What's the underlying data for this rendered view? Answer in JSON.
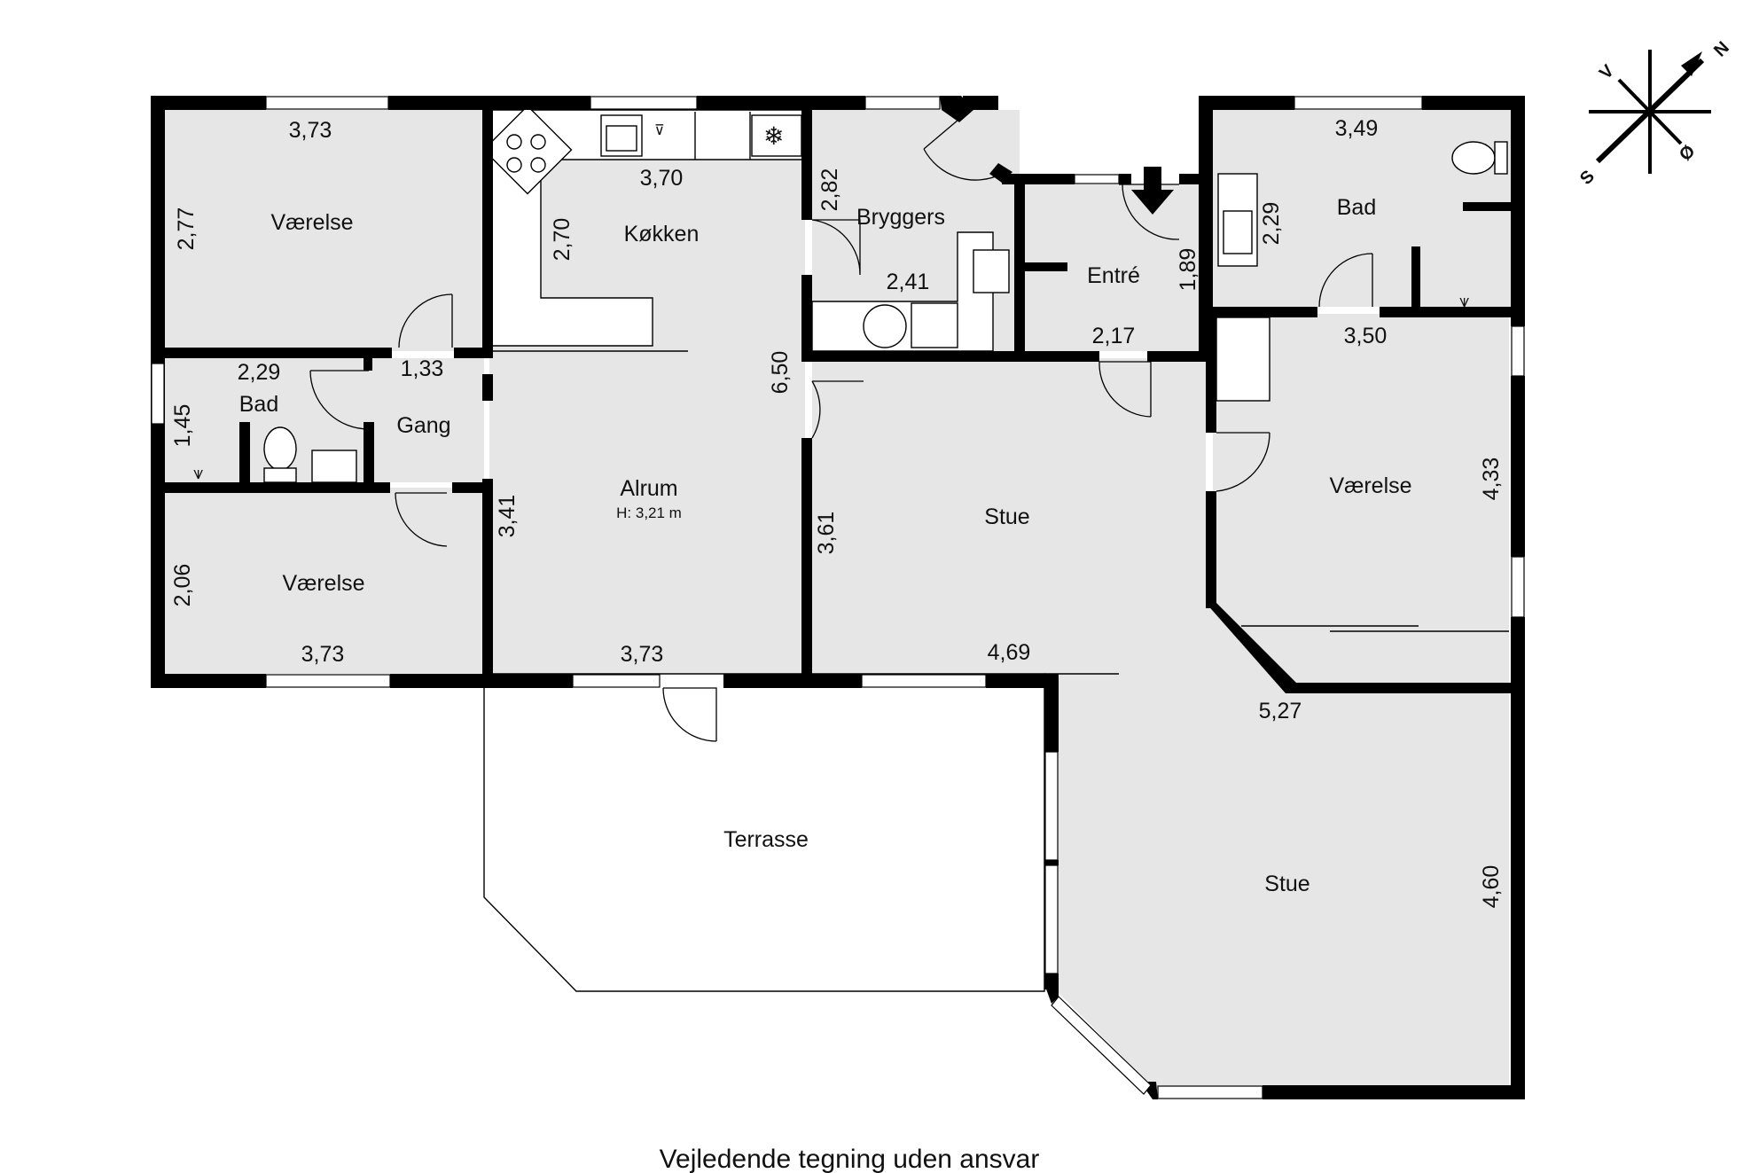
{
  "rooms": {
    "vaerelse_nw": "Værelse",
    "koekken": "Køkken",
    "bryggers": "Bryggers",
    "entre": "Entré",
    "bad_ne": "Bad",
    "bad_w": "Bad",
    "gang": "Gang",
    "alrum": "Alrum",
    "alrum_height": "H: 3,21 m",
    "stue_center": "Stue",
    "vaerelse_e": "Værelse",
    "vaerelse_sw": "Værelse",
    "terrasse": "Terrasse",
    "stue_se": "Stue"
  },
  "dimensions": {
    "d_373_top": "3,73",
    "d_277": "2,77",
    "d_370": "3,70",
    "d_270": "2,70",
    "d_282": "2,82",
    "d_241": "2,41",
    "d_189": "1,89",
    "d_217": "2,17",
    "d_349": "3,49",
    "d_229_ne": "2,29",
    "d_350": "3,50",
    "d_229_w": "2,29",
    "d_133": "1,33",
    "d_145": "1,45",
    "d_650": "6,50",
    "d_341": "3,41",
    "d_361": "3,61",
    "d_433": "4,33",
    "d_206": "2,06",
    "d_373_sw": "3,73",
    "d_373_alrum": "3,73",
    "d_469": "4,69",
    "d_527": "5,27",
    "d_460": "4,60"
  },
  "compass": {
    "north": "N",
    "south": "S",
    "west": "V",
    "east": "Ø"
  },
  "disclaimer": "Vejledende tegning uden ansvar"
}
